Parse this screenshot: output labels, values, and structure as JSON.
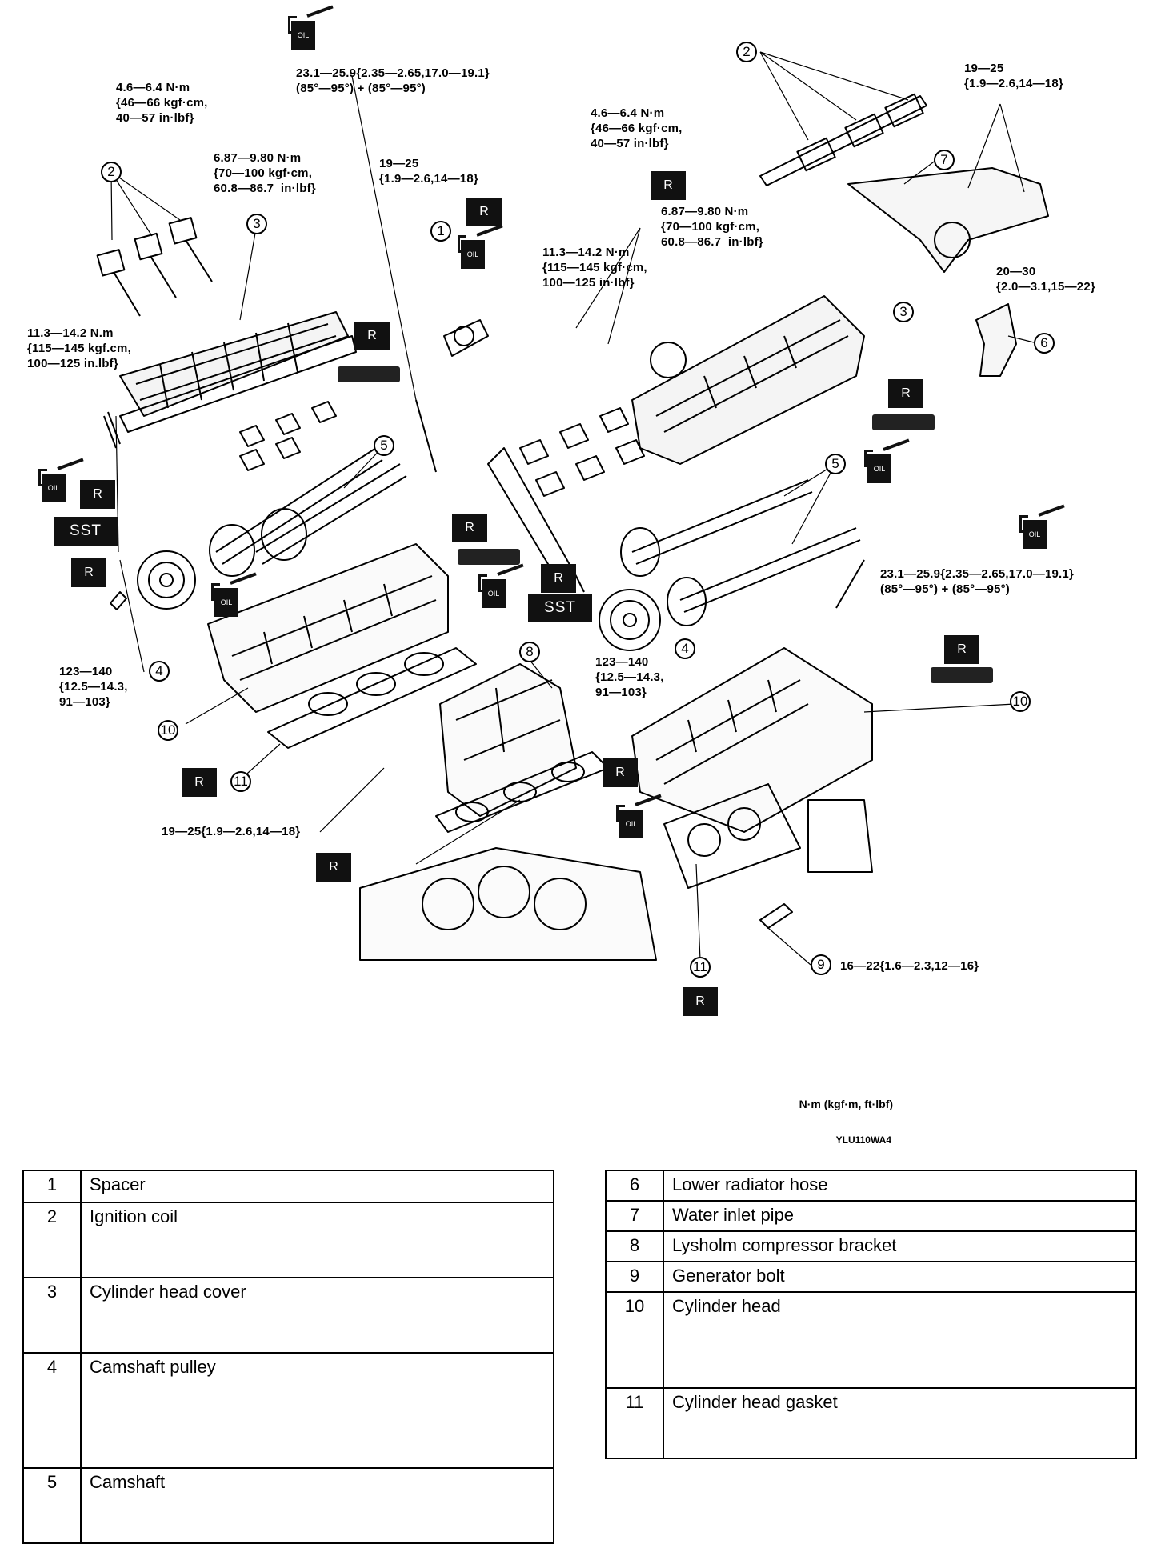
{
  "torques": {
    "t_bolt_top_center": "23.1—25.9{2.35—2.65,17.0—19.1}\n(85°—95°) + (85°—95°)",
    "t_coil_left": "4.6—6.4 N·m\n{46—66 kgf·cm,\n40—57 in·lbf}",
    "t_cover_left": "6.87—9.80 N·m\n{70—100 kgf·cm,\n60.8—86.7  in·lbf}",
    "t_spacer_left": "19—25\n{1.9—2.6,14—18}",
    "t_cover_bolt_left": "11.3—14.2 N.m\n{115—145 kgf.cm,\n100—125 in.lbf}",
    "t_coil_right": "4.6—6.4 N·m\n{46—66 kgf·cm,\n40—57 in·lbf}",
    "t_pipe_top_right": "19—25\n{1.9—2.6,14—18}",
    "t_cover_right": "6.87—9.80 N·m\n{70—100 kgf·cm,\n60.8—86.7  in·lbf}",
    "t_cover_bolt_center": "11.3—14.2 N·m\n{115—145 kgf·cm,\n100—125 in·lbf}",
    "t_pipe_right": "20—30\n{2.0—3.1,15—22}",
    "t_pulley_left": "123—140\n{12.5—14.3,\n91—103}",
    "t_pulley_center": "123—140\n{12.5—14.3,\n91—103}",
    "t_bolt_right": "23.1—25.9{2.35—2.65,17.0—19.1}\n(85°—95°) + (85°—95°)",
    "t_bracket_bolt": "19—25{1.9—2.6,14—18}",
    "t_generator_bolt": "16—22{1.6—2.3,12—16}"
  },
  "badges": {
    "r": "R",
    "sst": "SST",
    "oil": "OIL"
  },
  "callouts": [
    "1",
    "2",
    "3",
    "4",
    "5",
    "6",
    "7",
    "8",
    "9",
    "10",
    "11"
  ],
  "units_label": "N·m (kgf·m, ft·lbf)",
  "figure_code": "YLU110WA4",
  "legend_left": [
    {
      "num": "1",
      "name": "Spacer"
    },
    {
      "num": "2",
      "name": "Ignition coil"
    },
    {
      "num": "3",
      "name": "Cylinder head cover"
    },
    {
      "num": "4",
      "name": "Camshaft pulley"
    },
    {
      "num": "5",
      "name": "Camshaft"
    }
  ],
  "legend_right": [
    {
      "num": "6",
      "name": "Lower radiator hose"
    },
    {
      "num": "7",
      "name": "Water inlet pipe"
    },
    {
      "num": "8",
      "name": "Lysholm compressor bracket"
    },
    {
      "num": "9",
      "name": "Generator bolt"
    },
    {
      "num": "10",
      "name": "Cylinder head"
    },
    {
      "num": "11",
      "name": "Cylinder head gasket"
    }
  ]
}
